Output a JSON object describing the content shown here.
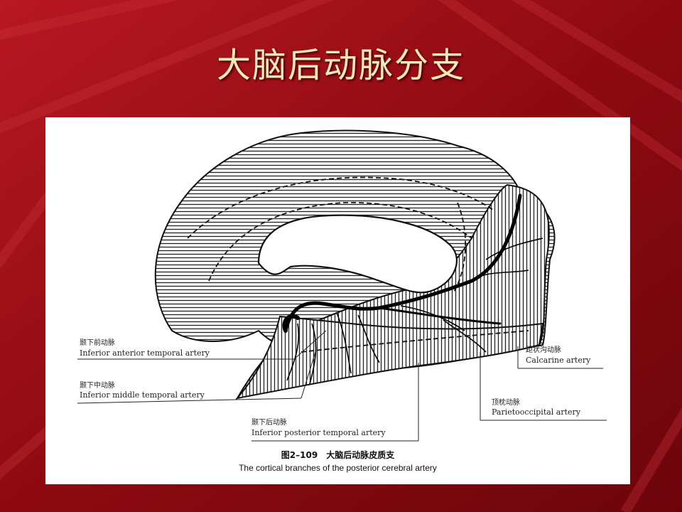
{
  "slide": {
    "title": "大脑后动脉分支",
    "colors": {
      "background": "#8e0a12",
      "title": "#f4e9b8",
      "panel": "#ffffff"
    }
  },
  "figure": {
    "caption_zh": "图2–109　大脑后动脉皮质支",
    "caption_en": "The cortical branches of the posterior cerebral artery",
    "labels": [
      {
        "id": "inf-ant",
        "zh": "颞下前动脉",
        "en": "Inferior anterior temporal artery"
      },
      {
        "id": "inf-mid",
        "zh": "颞下中动脉",
        "en": "Inferior middle temporal artery"
      },
      {
        "id": "inf-post",
        "zh": "颞下后动脉",
        "en": "Inferior posterior temporal artery"
      },
      {
        "id": "calcarine",
        "zh": "距状沟动脉",
        "en": "Calcarine artery"
      },
      {
        "id": "parieto",
        "zh": "顶枕动脉",
        "en": "Parietooccipital artery"
      }
    ]
  }
}
